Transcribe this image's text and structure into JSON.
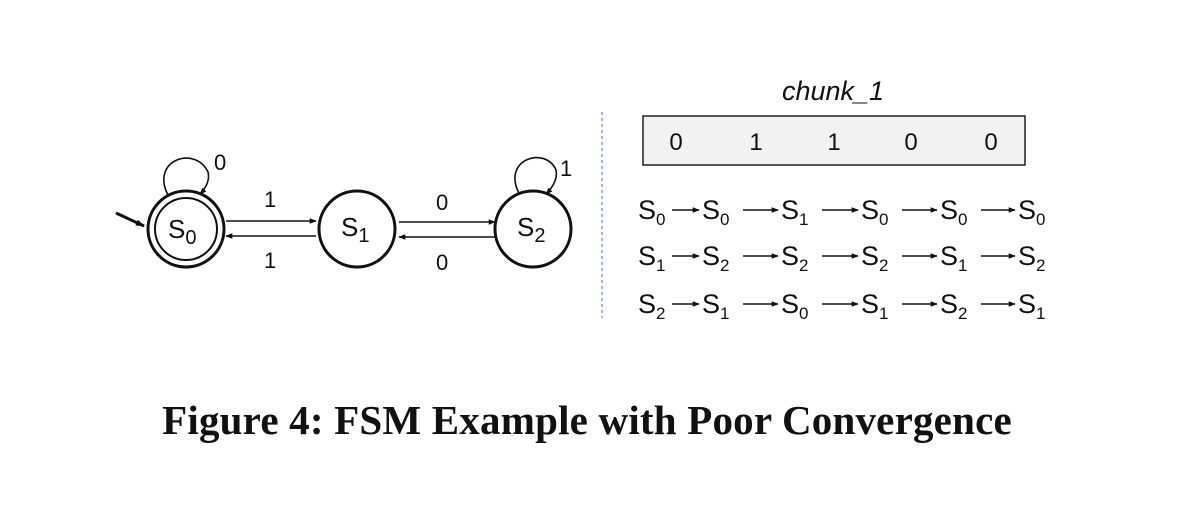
{
  "fsm": {
    "states": [
      {
        "id": "S0",
        "base": "S",
        "sub": "0",
        "initial": true,
        "accepting": true
      },
      {
        "id": "S1",
        "base": "S",
        "sub": "1",
        "initial": false,
        "accepting": false
      },
      {
        "id": "S2",
        "base": "S",
        "sub": "2",
        "initial": false,
        "accepting": false
      }
    ],
    "transitions": [
      {
        "from": "S0",
        "to": "S0",
        "input": "0"
      },
      {
        "from": "S0",
        "to": "S1",
        "input": "1"
      },
      {
        "from": "S1",
        "to": "S0",
        "input": "1"
      },
      {
        "from": "S1",
        "to": "S2",
        "input": "0"
      },
      {
        "from": "S2",
        "to": "S1",
        "input": "0"
      },
      {
        "from": "S2",
        "to": "S2",
        "input": "1"
      }
    ]
  },
  "chunk": {
    "label": "chunk_1",
    "cells": [
      "0",
      "1",
      "1",
      "0",
      "0"
    ]
  },
  "traces": [
    [
      {
        "b": "S",
        "s": "0"
      },
      {
        "b": "S",
        "s": "0"
      },
      {
        "b": "S",
        "s": "1"
      },
      {
        "b": "S",
        "s": "0"
      },
      {
        "b": "S",
        "s": "0"
      },
      {
        "b": "S",
        "s": "0"
      }
    ],
    [
      {
        "b": "S",
        "s": "1"
      },
      {
        "b": "S",
        "s": "2"
      },
      {
        "b": "S",
        "s": "2"
      },
      {
        "b": "S",
        "s": "2"
      },
      {
        "b": "S",
        "s": "1"
      },
      {
        "b": "S",
        "s": "2"
      }
    ],
    [
      {
        "b": "S",
        "s": "2"
      },
      {
        "b": "S",
        "s": "1"
      },
      {
        "b": "S",
        "s": "0"
      },
      {
        "b": "S",
        "s": "1"
      },
      {
        "b": "S",
        "s": "2"
      },
      {
        "b": "S",
        "s": "1"
      }
    ]
  ],
  "caption": "Figure 4: FSM Example with Poor Convergence"
}
